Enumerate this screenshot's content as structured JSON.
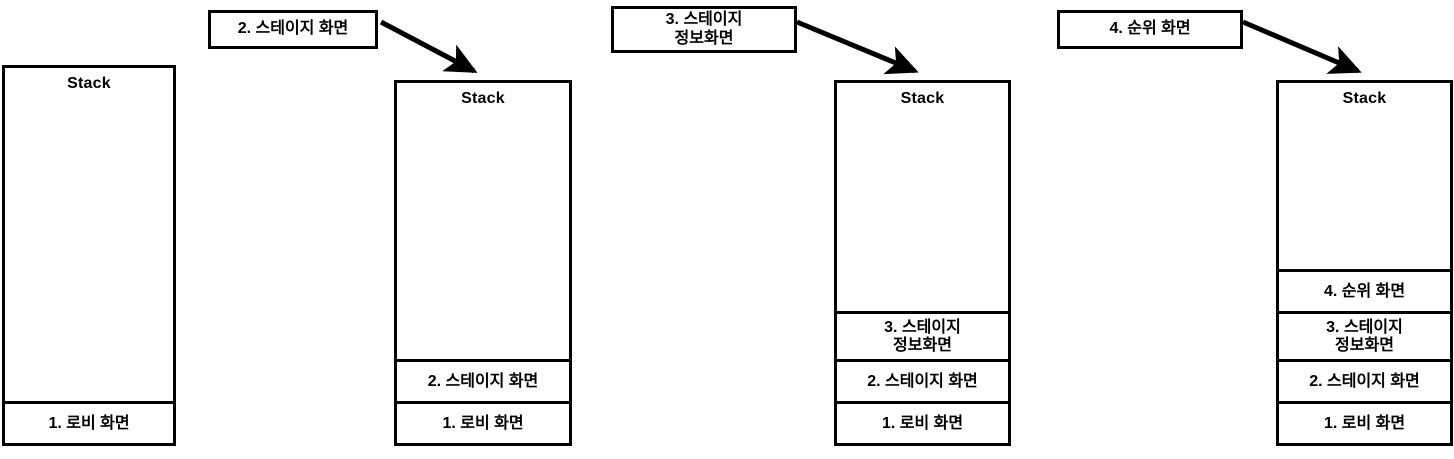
{
  "diagram": {
    "title_text": "Stack",
    "stacks": [
      {
        "name": "stack-1",
        "label": "Stack",
        "items": [
          {
            "text": "1. 로비 화면",
            "lines": 1
          }
        ]
      },
      {
        "name": "stack-2",
        "label": "Stack",
        "items": [
          {
            "text": "2. 스테이지 화면",
            "lines": 1
          },
          {
            "text": "1. 로비 화면",
            "lines": 1
          }
        ]
      },
      {
        "name": "stack-3",
        "label": "Stack",
        "items": [
          {
            "text": "3. 스테이지\n정보화면",
            "lines": 2
          },
          {
            "text": "2. 스테이지 화면",
            "lines": 1
          },
          {
            "text": "1. 로비 화면",
            "lines": 1
          }
        ]
      },
      {
        "name": "stack-4",
        "label": "Stack",
        "items": [
          {
            "text": "4. 순위 화면",
            "lines": 1
          },
          {
            "text": "3. 스테이지\n정보화면",
            "lines": 2
          },
          {
            "text": "2. 스테이지 화면",
            "lines": 1
          },
          {
            "text": "1. 로비 화면",
            "lines": 1
          }
        ]
      }
    ],
    "callouts": [
      {
        "name": "callout-2",
        "text": "2. 스테이지 화면"
      },
      {
        "name": "callout-3",
        "text": "3. 스테이지\n정보화면"
      },
      {
        "name": "callout-4",
        "text": "4. 순위 화면"
      }
    ],
    "colors": {
      "stroke": "#000000",
      "fill": "#ffffff",
      "text": "#000000"
    }
  }
}
